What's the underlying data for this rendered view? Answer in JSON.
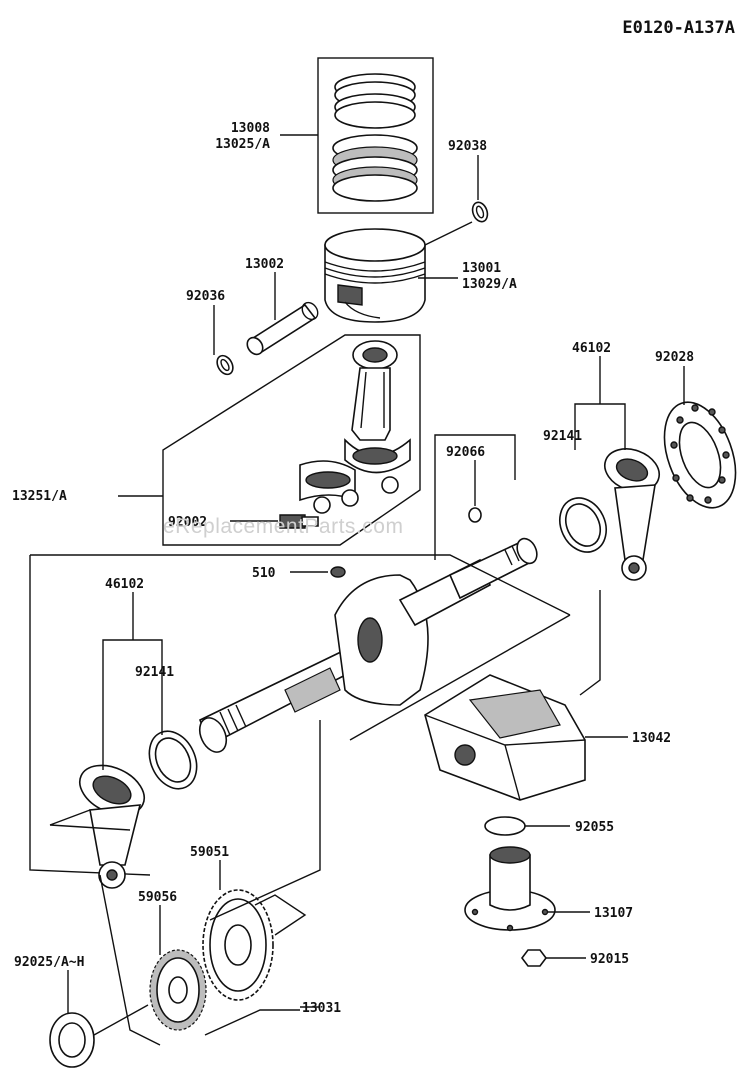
{
  "diagram_code": "E0120-A137A",
  "watermark": "eReplacementParts.com",
  "parts": {
    "p13008": "13008",
    "p13025A": "13025/A",
    "p92038": "92038",
    "p13002": "13002",
    "p13001": "13001",
    "p13029A": "13029/A",
    "p92036": "92036",
    "p46102_right": "46102",
    "p92028": "92028",
    "p92141_right": "92141",
    "p92066": "92066",
    "p13251A": "13251/A",
    "p92002": "92002",
    "p510": "510",
    "p46102_left": "46102",
    "p92141_left": "92141",
    "p13042": "13042",
    "p92055": "92055",
    "p59051": "59051",
    "p59056": "59056",
    "p13107": "13107",
    "p92025": "92025/A~H",
    "p92015": "92015",
    "p13031": "13031"
  }
}
